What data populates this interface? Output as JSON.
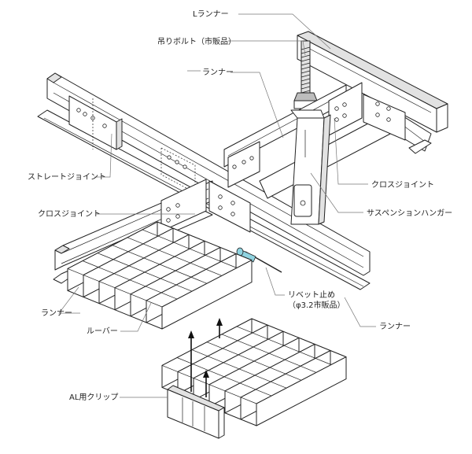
{
  "labels": {
    "l_runner": "Lランナー",
    "hanger_bolt": "吊りボルト（市販品）",
    "runner_top": "ランナー",
    "straight_joint": "ストレートジョイント",
    "cross_joint_right": "クロスジョイント",
    "cross_joint_left": "クロスジョイント",
    "suspension_hanger": "サスペンションハンガー",
    "rivet_line1": "リベット止め",
    "rivet_line2": "（φ3.2市販品）",
    "runner_left": "ランナー",
    "louver": "ルーバー",
    "runner_right": "ランナー",
    "al_clip": "AL用クリップ"
  },
  "colors": {
    "line": "#222222",
    "leader": "#777777",
    "rivet_body": "#8fd3e0"
  }
}
